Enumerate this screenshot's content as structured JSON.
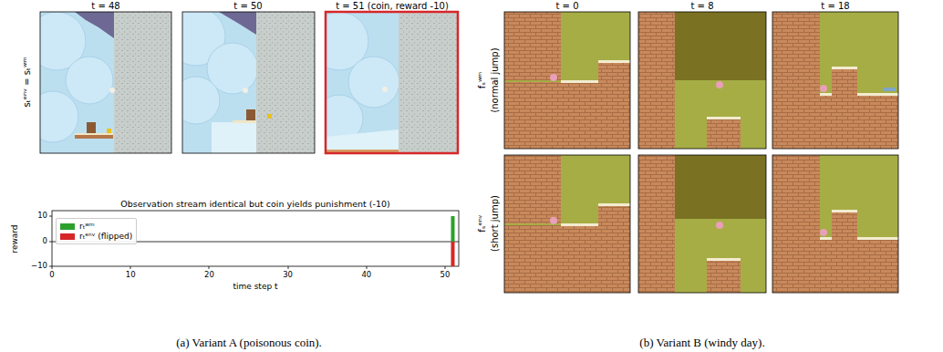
{
  "diagram": {
    "labels": [
      "t = 48",
      "t = 50",
      "t = 51 (coin, reward -10)",
      "sₜᵉⁿᵛ = sₜʷᵐ",
      "Observation stream identical but coin yields punishment (-10)",
      "reward",
      "10",
      "0",
      "−10",
      "0",
      "10",
      "20",
      "30",
      "40",
      "50",
      "time step t",
      "(a) Variant A (poisonous coin).",
      "t = 0",
      "t = 8",
      "t = 18",
      "fₛʷᵐ",
      "(normal jump)",
      "fₛᵉⁿᵛ",
      "(short jump)",
      "(b) Variant B (windy day)."
    ],
    "legend": [
      {
        "text": "rₜʷᵐ",
        "color": "#2ca02c"
      },
      {
        "text": "rₜᵉⁿᵛ (flipped)",
        "color": "#d62728"
      }
    ]
  }
}
